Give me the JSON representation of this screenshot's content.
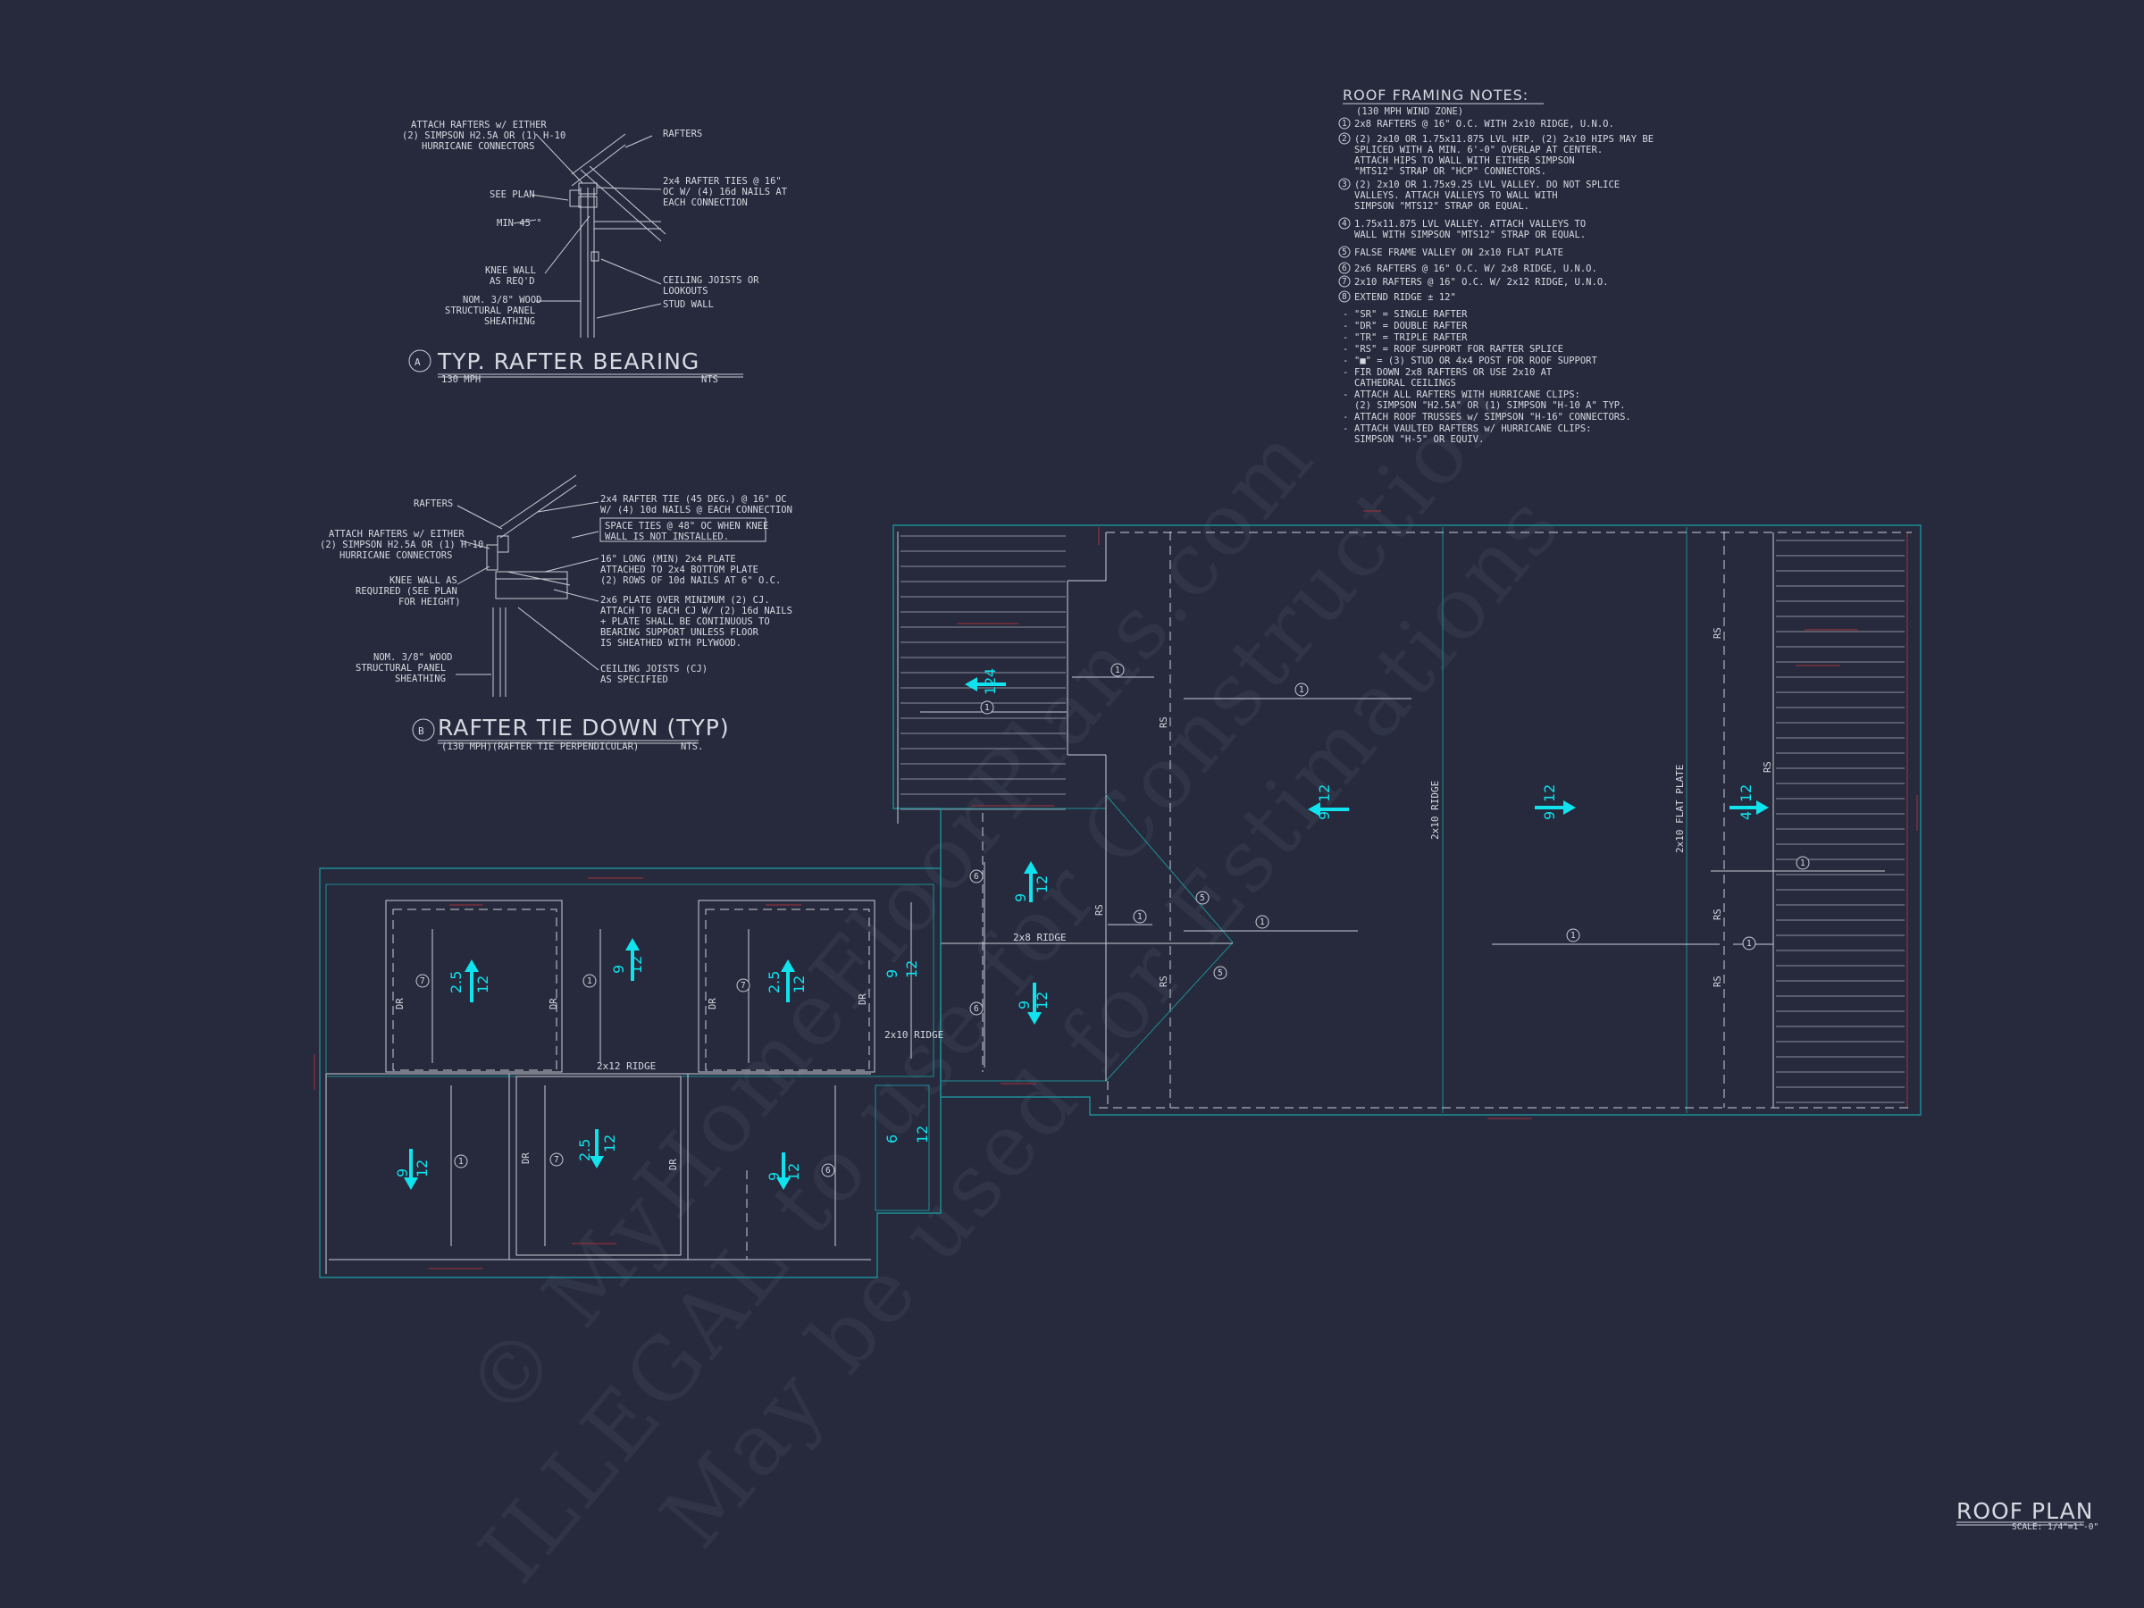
{
  "watermark": {
    "line1": "© MyHomeFloorPlans.com",
    "line2": "ILLEGAL to use for Construction",
    "line3": "May be used for Estimations"
  },
  "detail_a": {
    "marker": "A",
    "title": "TYP. RAFTER BEARING",
    "wind": "130 MPH",
    "scale": "NTS",
    "labels": {
      "attach": [
        "ATTACH RAFTERS w/ EITHER",
        "(2) SIMPSON H2.5A OR (1) H-10",
        "HURRICANE CONNECTORS"
      ],
      "rafters": "RAFTERS",
      "see_plan": "SEE PLAN",
      "min45": "MIN 45 °",
      "ties": [
        "2x4 RAFTER TIES @ 16\"",
        "OC W/ (4) 16d NAILS AT",
        "EACH CONNECTION"
      ],
      "knee": [
        "KNEE WALL",
        "AS REQ'D"
      ],
      "nom": [
        "NOM. 3/8\" WOOD",
        "STRUCTURAL PANEL",
        "SHEATHING"
      ],
      "ceiling": [
        "CEILING JOISTS OR",
        "LOOKOUTS"
      ],
      "stud": "STUD WALL"
    }
  },
  "detail_b": {
    "marker": "B",
    "title": "RAFTER TIE DOWN (TYP)",
    "wind": "(130 MPH)(RAFTER TIE PERPENDICULAR)",
    "scale": "NTS.",
    "labels": {
      "rafters": "RAFTERS",
      "attach": [
        "ATTACH RAFTERS w/ EITHER",
        "(2) SIMPSON H2.5A OR (1) H-10",
        "HURRICANE CONNECTORS"
      ],
      "knee": [
        "KNEE WALL AS",
        "REQUIRED (SEE PLAN",
        "FOR HEIGHT)"
      ],
      "nom": [
        "NOM. 3/8\" WOOD",
        "STRUCTURAL PANEL",
        "SHEATHING"
      ],
      "tie": [
        "2x4 RAFTER TIE (45 DEG.) @ 16\" OC",
        "W/ (4) 10d NAILS @ EACH CONNECTION"
      ],
      "space": [
        "SPACE TIES @ 48\" OC WHEN KNEE",
        "WALL IS NOT INSTALLED."
      ],
      "plate16": [
        "16\" LONG (MIN) 2x4 PLATE",
        "ATTACHED TO 2x4 BOTTOM PLATE",
        "(2) ROWS OF 10d NAILS AT 6\" O.C."
      ],
      "plate2x6": [
        "2x6 PLATE OVER MINIMUM (2) CJ.",
        "ATTACH TO EACH CJ W/ (2) 16d NAILS",
        "+ PLATE SHALL BE CONTINUOUS TO",
        "BEARING SUPPORT UNLESS FLOOR",
        "IS SHEATHED WITH PLYWOOD."
      ],
      "ceiling": [
        "CEILING JOISTS (CJ)",
        "AS SPECIFIED"
      ]
    }
  },
  "notes": {
    "title": "ROOF FRAMING NOTES:",
    "subtitle": "(130 MPH WIND ZONE)",
    "numbered": [
      {
        "n": "1",
        "lines": [
          "2x8 RAFTERS @ 16\" O.C. WITH 2x10 RIDGE, U.N.O."
        ]
      },
      {
        "n": "2",
        "lines": [
          "(2) 2x10 OR 1.75x11.875 LVL HIP.  (2) 2x10 HIPS MAY BE",
          "SPLICED WITH A MIN. 6'-0\" OVERLAP AT CENTER.",
          "ATTACH HIPS TO WALL WITH EITHER SIMPSON",
          "\"MTS12\" STRAP OR \"HCP\" CONNECTORS."
        ]
      },
      {
        "n": "3",
        "lines": [
          "(2) 2x10 OR 1.75x9.25 LVL VALLEY.  DO NOT SPLICE",
          "VALLEYS.  ATTACH VALLEYS TO WALL WITH",
          "SIMPSON \"MTS12\" STRAP OR EQUAL."
        ]
      },
      {
        "n": "4",
        "lines": [
          "1.75x11.875 LVL VALLEY.  ATTACH VALLEYS TO",
          "WALL WITH SIMPSON \"MTS12\" STRAP OR EQUAL."
        ]
      },
      {
        "n": "5",
        "lines": [
          "FALSE FRAME VALLEY ON 2x10 FLAT PLATE"
        ]
      },
      {
        "n": "6",
        "lines": [
          "2x6 RAFTERS @ 16\" O.C. W/ 2x8 RIDGE, U.N.O."
        ]
      },
      {
        "n": "7",
        "lines": [
          "2x10 RAFTERS @ 16\" O.C. W/ 2x12 RIDGE, U.N.O."
        ]
      },
      {
        "n": "8",
        "lines": [
          "EXTEND RIDGE ± 12\""
        ]
      }
    ],
    "bullets": [
      "\"SR\" = SINGLE RAFTER",
      "\"DR\" = DOUBLE RAFTER",
      "\"TR\" = TRIPLE RAFTER",
      "\"RS\" = ROOF SUPPORT FOR RAFTER SPLICE",
      "\"■\" = (3) STUD OR 4x4 POST FOR ROOF SUPPORT",
      "FIR DOWN 2x8 RAFTERS OR USE 2x10 AT",
      "CATHEDRAL CEILINGS",
      "ATTACH ALL RAFTERS WITH HURRICANE CLIPS:",
      "(2) SIMPSON \"H2.5A\" OR (1) SIMPSON \"H-10 A\" TYP.",
      "ATTACH ROOF TRUSSES w/ SIMPSON \"H-16\" CONNECTORS.",
      "ATTACH VAULTED RAFTERS w/ HURRICANE CLIPS:",
      "SIMPSON \"H-5\" OR EQUIV."
    ]
  },
  "plan": {
    "labels": {
      "ridge_2x12": "2x12 RIDGE",
      "ridge_2x10": "2x10 RIDGE",
      "ridge_2x8": "2x8 RIDGE",
      "ridge_2x10_v": "2x10 RIDGE",
      "flat_plate": "2x10 FLAT PLATE",
      "rs": "RS",
      "dr": "DR"
    },
    "pitches": {
      "p12": "12",
      "p9": "9",
      "p4": "4",
      "p25": "2.5",
      "p6": "6"
    },
    "callouts": {
      "c1": "1",
      "c5": "5",
      "c6": "6",
      "c7": "7"
    }
  },
  "title_block": {
    "title": "ROOF PLAN",
    "scale": "SCALE: 1/4\"=1'-0\""
  },
  "colors": {
    "background": "#262a3c",
    "linework": "#c9ccd6",
    "roof_outline": "#1d8e95",
    "slope_arrow": "#10e3ee",
    "dimension": "#a5323c"
  }
}
